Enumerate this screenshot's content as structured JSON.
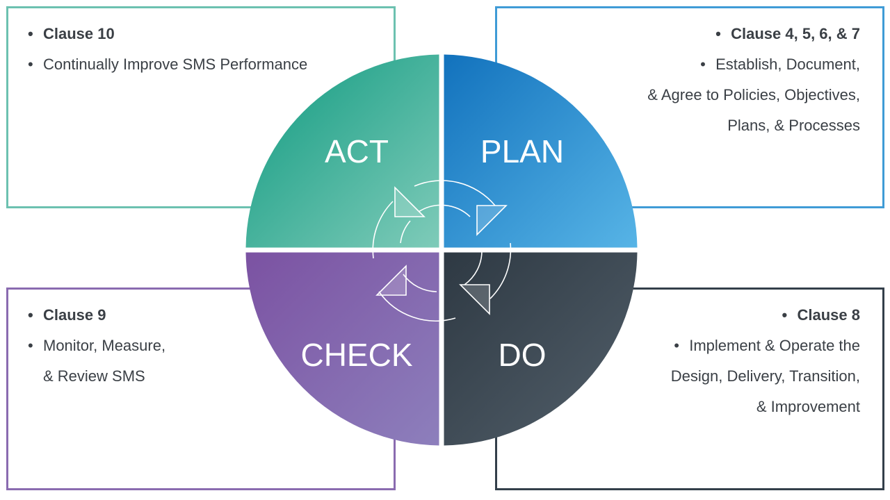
{
  "colors": {
    "act": "#1a9e85",
    "plan": "#1a78c2",
    "check": "#7d57a5",
    "do": "#333f4a",
    "text": "#3a3f45"
  },
  "quadrants": {
    "act": {
      "label": "ACT",
      "heading": "Clause 10",
      "body": [
        "Continually Improve SMS Performance"
      ]
    },
    "plan": {
      "label": "PLAN",
      "heading": "Clause 4, 5, 6, & 7",
      "body": [
        "Establish, Document,",
        "& Agree to Policies, Objectives,",
        "Plans, & Processes"
      ]
    },
    "check": {
      "label": "CHECK",
      "heading": "Clause 9",
      "body": [
        "Monitor, Measure,",
        "& Review SMS"
      ]
    },
    "do": {
      "label": "DO",
      "heading": "Clause 8",
      "body": [
        "Implement & Operate the",
        "Design, Delivery, Transition,",
        "& Improvement"
      ]
    }
  },
  "bullet": "•",
  "icons": {
    "center": "cycle-arrows-icon"
  }
}
